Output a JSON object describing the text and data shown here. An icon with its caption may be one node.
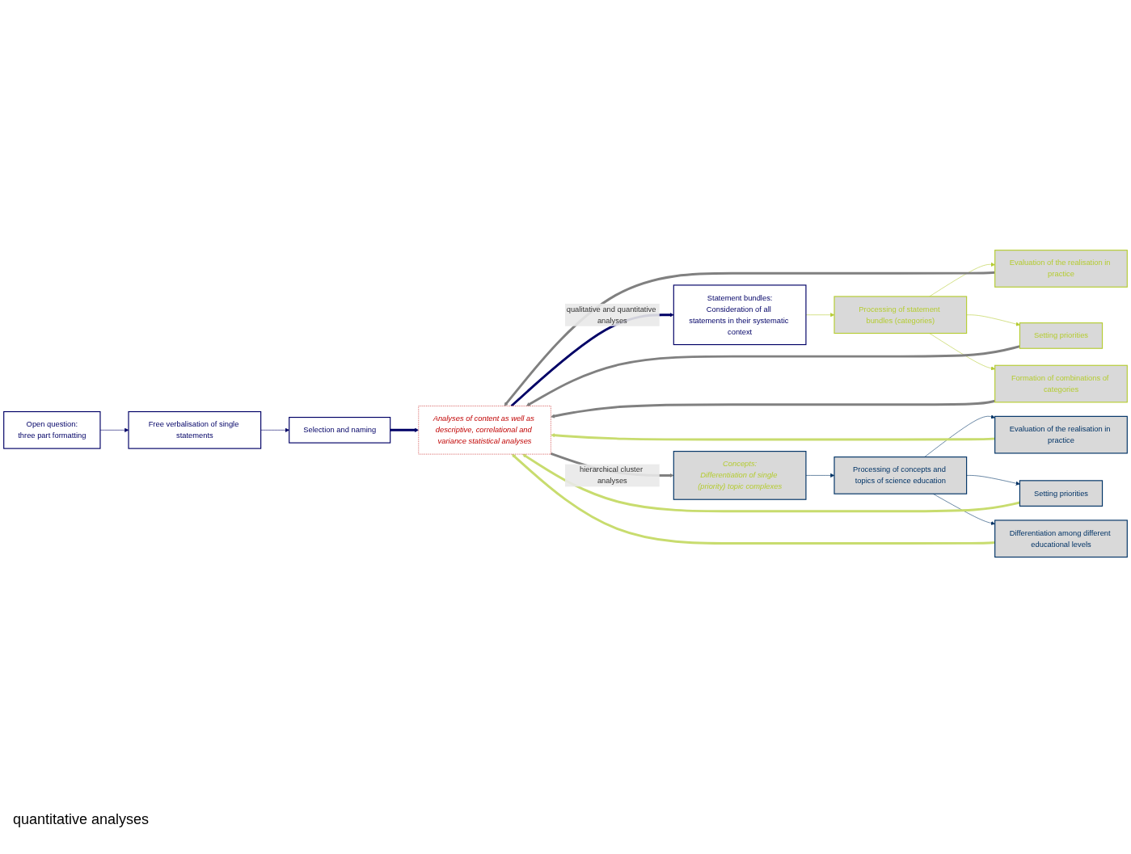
{
  "diagram": {
    "nodes": [
      {
        "text": [
          "Open question:",
          "three part formatting"
        ]
      },
      {
        "text": [
          "Free verbalisation of single statements"
        ]
      },
      {
        "text": [
          "Selection and naming"
        ]
      },
      {
        "text": [
          "Analyses of content as well as descriptive, correlational and variance statistical analyses"
        ]
      },
      {
        "text": [
          "Statement bundles:",
          "Consideration of all statements in their systematic context"
        ]
      },
      {
        "text": [
          "Processing of statement bundles (categories)"
        ]
      },
      {
        "text": [
          "Evaluation of the realisation in practice"
        ]
      },
      {
        "text": [
          "Setting priorities"
        ]
      },
      {
        "text": [
          "Formation of combinations of categories"
        ]
      },
      {
        "text": [
          "Concepts:",
          "Differentiation of single (priority) topic complexes"
        ]
      },
      {
        "text": [
          "Processing of concepts and topics of science education"
        ]
      },
      {
        "text": [
          "Evaluation of the realisation in practice"
        ]
      },
      {
        "text": [
          "Setting priorities"
        ]
      },
      {
        "text": [
          "Differentiation among different educational levels"
        ]
      }
    ],
    "edges": [
      {
        "from": 0,
        "to": 1,
        "arrow": "to",
        "color": "#000066"
      },
      {
        "from": 1,
        "to": 2,
        "arrow": "to",
        "color": "#000066"
      },
      {
        "from": 2,
        "to": 3,
        "arrow": "to",
        "style": "thick",
        "color": "#000066"
      },
      {
        "from": 3,
        "to": 4,
        "arrow": "to",
        "style": "thick",
        "color": "#000066",
        "label": "qualitative and quantitative analyses"
      },
      {
        "from": 4,
        "to": 5,
        "arrow": "to",
        "color": "#b5cc33"
      },
      {
        "from": 5,
        "to": 6,
        "arrow": "to",
        "color": "#b5cc33"
      },
      {
        "from": 5,
        "to": 7,
        "arrow": "to",
        "color": "#b5cc33"
      },
      {
        "from": 5,
        "to": 8,
        "arrow": "to",
        "color": "#b5cc33"
      },
      {
        "from": 6,
        "to": 3,
        "arrow": "to",
        "style": "thick",
        "color": "#808080"
      },
      {
        "from": 7,
        "to": 3,
        "arrow": "to",
        "style": "thick",
        "color": "#808080"
      },
      {
        "from": 8,
        "to": 3,
        "arrow": "to",
        "style": "thick",
        "color": "#808080"
      },
      {
        "from": 3,
        "to": 9,
        "arrow": "to",
        "style": "thick",
        "color": "#808080",
        "label": "hierarchical cluster analyses"
      },
      {
        "from": 9,
        "to": 10,
        "arrow": "to",
        "color": "#003366"
      },
      {
        "from": 10,
        "to": 11,
        "arrow": "to",
        "color": "#003366"
      },
      {
        "from": 10,
        "to": 12,
        "arrow": "to",
        "color": "#003366"
      },
      {
        "from": 10,
        "to": 13,
        "arrow": "to",
        "color": "#003366"
      },
      {
        "from": 11,
        "to": 3,
        "arrow": "to",
        "style": "thick",
        "color": "#c8dc6e"
      },
      {
        "from": 12,
        "to": 3,
        "arrow": "to",
        "style": "thick",
        "color": "#c8dc6e"
      },
      {
        "from": 13,
        "to": 3,
        "arrow": "to",
        "style": "thick",
        "color": "#c8dc6e"
      }
    ],
    "labels": [
      "quantitative analyses"
    ]
  }
}
